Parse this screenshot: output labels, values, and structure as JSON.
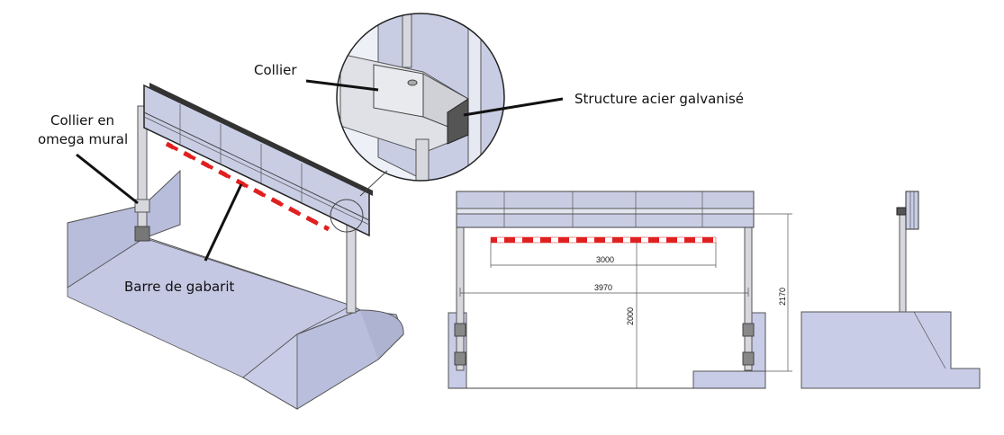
{
  "labels": {
    "collier": "Collier",
    "collier_mural_1": "Collier en",
    "collier_mural_2": "omega mural",
    "structure": "Structure acier galvanisé",
    "barre": "Barre de gabarit"
  },
  "dimensions": {
    "bar_width": "3000",
    "total_width": "3970",
    "clear_height": "2000",
    "total_height": "2170"
  },
  "colors": {
    "panel": "#c9cde4",
    "panel_dark": "#aeb3d2",
    "ground": "#c8cce6",
    "ground_dark": "#b8bddc",
    "post": "#d6d8de",
    "bar_red": "#e02020",
    "line": "#444444"
  }
}
